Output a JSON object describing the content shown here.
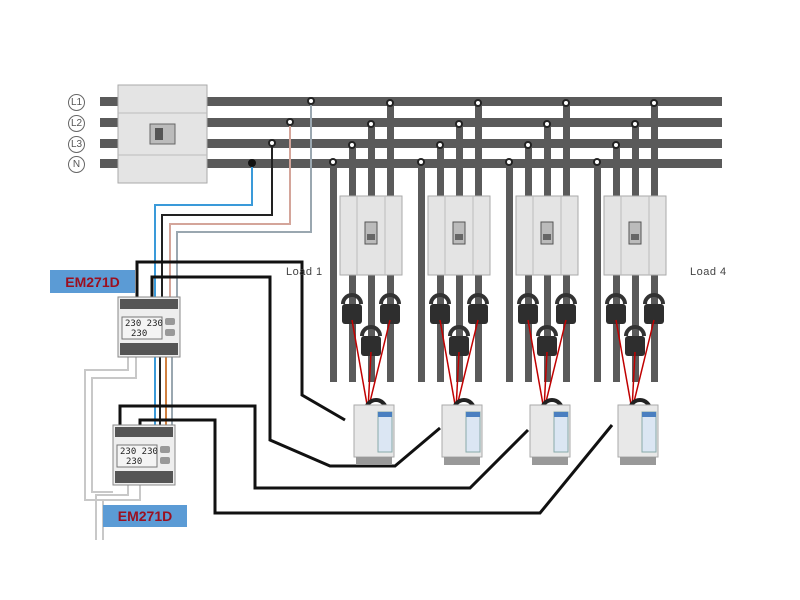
{
  "busbars": {
    "labels": [
      "L1",
      "L2",
      "L3",
      "N"
    ]
  },
  "meters": [
    {
      "label": "EM271D",
      "display_top": "230 230",
      "display_bottom": "230"
    },
    {
      "label": "EM271D",
      "display_top": "230 230",
      "display_bottom": "230"
    }
  ],
  "loads": {
    "first_label": "Load 1",
    "last_label": "Load 4",
    "count": 4
  },
  "colors": {
    "busbar": "#5a5a5a",
    "label_bg": "#5b9bd5",
    "label_text": "#9b1020",
    "ct_wire": "#c00000",
    "neutral_wire": "#3a9ad9",
    "l2_wire": "#d4a59a",
    "l1_wire": "#9aa7b0"
  }
}
